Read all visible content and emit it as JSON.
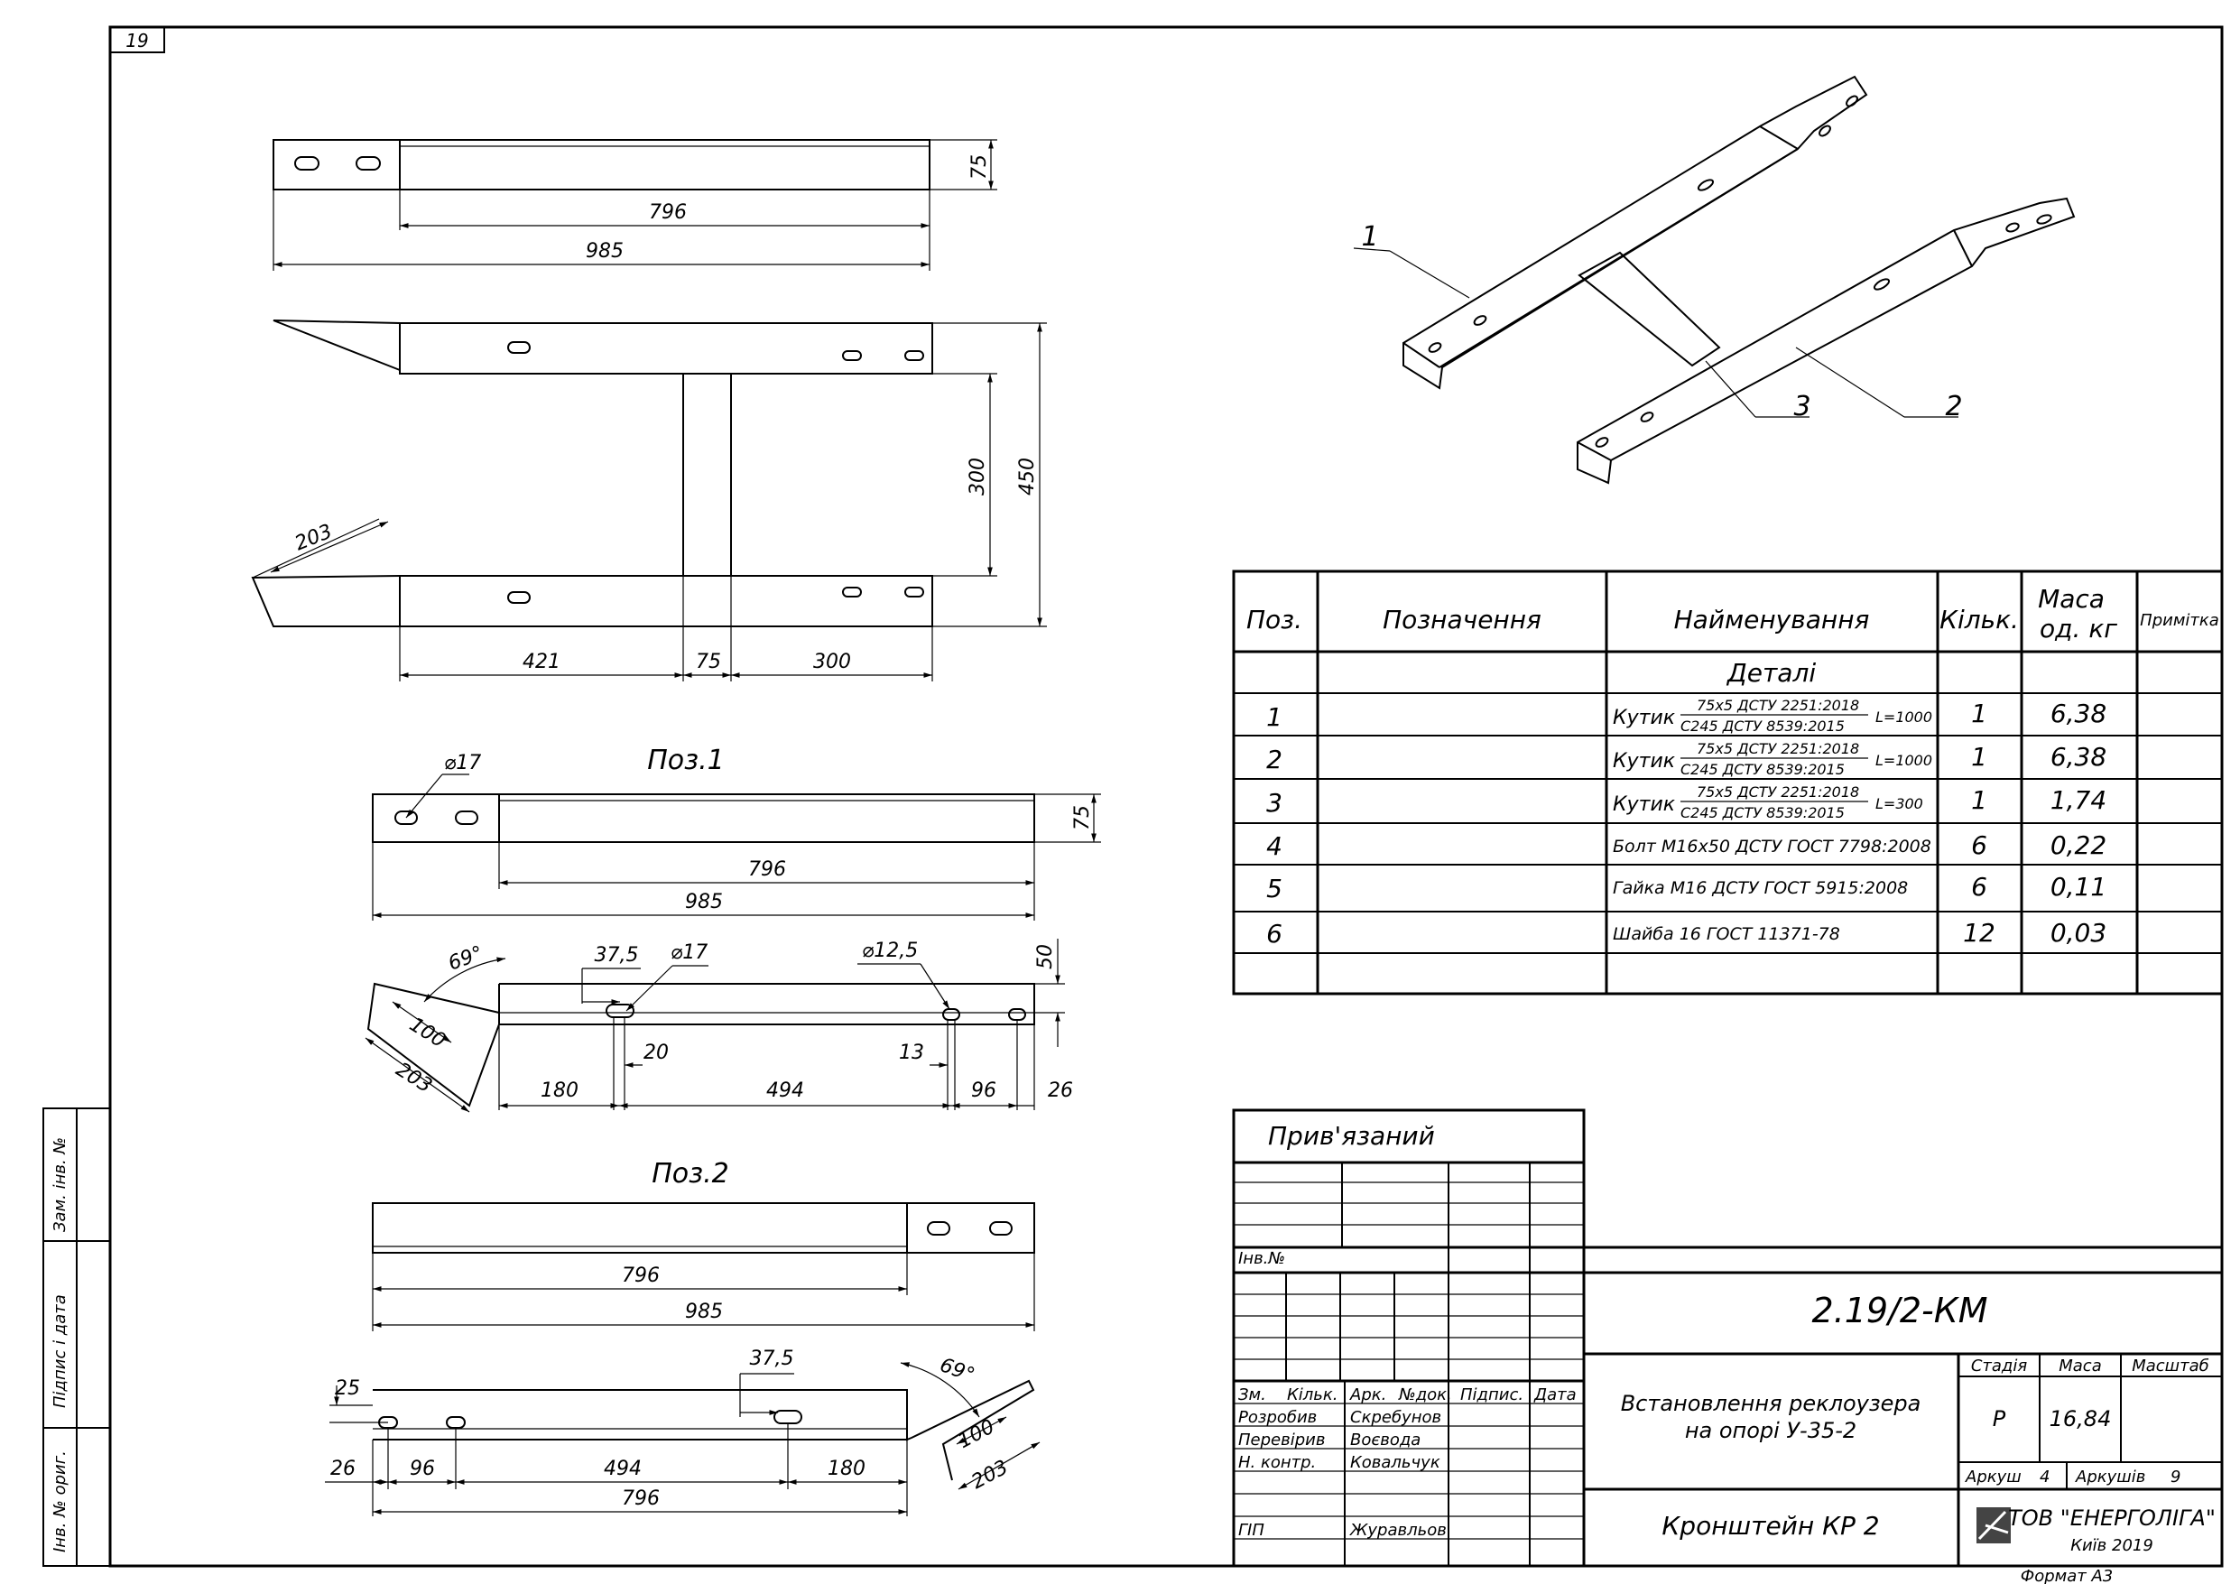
{
  "sheet_number": "19",
  "views": {
    "top": {
      "dim_796": "796",
      "dim_985": "985",
      "dim_75": "75"
    },
    "plan": {
      "dim_203": "203",
      "dim_300": "300",
      "dim_450": "450",
      "dim_421": "421",
      "dim_75": "75",
      "dim_300b": "300"
    },
    "iso": {
      "p1": "1",
      "p2": "2",
      "p3": "3"
    }
  },
  "pos1": {
    "title": "Поз.1",
    "d17": "⌀17",
    "d75": "75",
    "d796": "796",
    "d985": "985",
    "angle": "69°",
    "d37": "37,5",
    "d17b": "⌀17",
    "d125": "⌀12,5",
    "d50": "50",
    "d100": "100",
    "d203": "203",
    "d20": "20",
    "d13": "13",
    "d180": "180",
    "d494": "494",
    "d96": "96",
    "d26": "26"
  },
  "pos2": {
    "title": "Поз.2",
    "d796": "796",
    "d985": "985",
    "d37": "37,5",
    "angle": "69°",
    "d25": "25",
    "d100": "100",
    "d203": "203",
    "d26": "26",
    "d96": "96",
    "d494": "494",
    "d180": "180",
    "d796b": "796"
  },
  "spec": {
    "headers": {
      "pos": "Поз.",
      "designation": "Позначення",
      "name": "Найменування",
      "qty": "Кільк.",
      "mass1": "Маса",
      "mass2": "од. кг",
      "note": "Примітка"
    },
    "section": "Деталі",
    "rows": [
      {
        "pos": "1",
        "name": "Кутик",
        "top": "75x5 ДСТУ 2251:2018",
        "bottom": "С245 ДСТУ 8539:2015",
        "len": "L=1000",
        "qty": "1",
        "mass": "6,38"
      },
      {
        "pos": "2",
        "name": "Кутик",
        "top": "75x5 ДСТУ 2251:2018",
        "bottom": "С245 ДСТУ 8539:2015",
        "len": "L=1000",
        "qty": "1",
        "mass": "6,38"
      },
      {
        "pos": "3",
        "name": "Кутик",
        "top": "75x5 ДСТУ 2251:2018",
        "bottom": "С245 ДСТУ 8539:2015",
        "len": "L=300",
        "qty": "1",
        "mass": "1,74"
      },
      {
        "pos": "4",
        "name": "Болт М16х50 ДСТУ ГОСТ 7798:2008",
        "qty": "6",
        "mass": "0,22"
      },
      {
        "pos": "5",
        "name": "Гайка М16 ДСТУ ГОСТ 5915:2008",
        "qty": "6",
        "mass": "0,11"
      },
      {
        "pos": "6",
        "name": "Шайба 16 ГОСТ 11371-78",
        "qty": "12",
        "mass": "0,03"
      }
    ]
  },
  "stamp": {
    "tied": "Прив'язаний",
    "inv": "Інв.№",
    "code": "2.19/2-КМ",
    "cols": {
      "zm": "Зм.",
      "kilk": "Кільк.",
      "ark": "Арк.",
      "ndok": "№док.",
      "pidpys": "Підпис.",
      "data": "Дата"
    },
    "roles": [
      {
        "role": "Розробив",
        "name": "Скребунов"
      },
      {
        "role": "Перевірив",
        "name": "Воєвода"
      },
      {
        "role": "Н. контр.",
        "name": "Ковальчук"
      },
      {
        "role": "ГІП",
        "name": "Журавльов"
      }
    ],
    "title1": "Встановлення реклоузера",
    "title2": "на опорі У-35-2",
    "stage_label": "Стадія",
    "mass_label": "Маса",
    "scale_label": "Масштаб",
    "stage": "Р",
    "mass": "16,84",
    "sheet_label": "Аркуш",
    "sheet": "4",
    "sheets_label": "Аркушів",
    "sheets": "9",
    "part": "Кронштейн КР 2",
    "company": "ТОВ \"ЕНЕРГОЛІГА\"",
    "city": "Київ 2019",
    "format": "Формат А3"
  },
  "side": {
    "a": "Зам. інв. №",
    "b": "Підпис і дата",
    "c": "Інв. № ориг."
  }
}
